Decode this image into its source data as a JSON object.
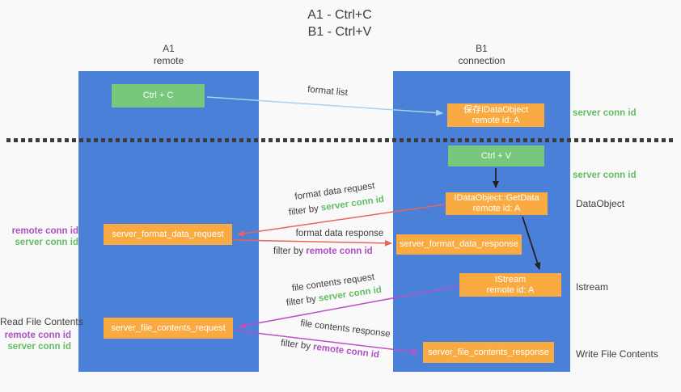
{
  "title": {
    "line1": "A1 - Ctrl+C",
    "line2": "B1 - Ctrl+V"
  },
  "columns": {
    "left": {
      "id": "A1",
      "name": "remote"
    },
    "right": {
      "id": "B1",
      "name": "connection"
    }
  },
  "nodes": {
    "ctrl_c": "Ctrl + C",
    "ctrl_v": "Ctrl + V",
    "save_idataobject": {
      "line1": "保存IDataObject",
      "line2": "remote id: A"
    },
    "getdata": {
      "line1": "IDataObject::GetData",
      "line2": "remote id: A"
    },
    "istream": {
      "line1": "IStream",
      "line2": "remote id: A"
    },
    "format_request": "server_format_data_request",
    "format_response": "server_format_data_response",
    "file_request": "server_file_contents_request",
    "file_response": "server_file_contents_response"
  },
  "arrows": {
    "format_list": {
      "label": "format list"
    },
    "format_data_request": {
      "label": "format data request",
      "filter_prefix": "filter by ",
      "filter_key": "server conn id"
    },
    "format_data_response": {
      "label": "format data response",
      "filter_prefix": "filter by ",
      "filter_key": "remote conn id"
    },
    "file_contents_request": {
      "label": "file contents request",
      "filter_prefix": "filter by ",
      "filter_key": "server conn id"
    },
    "file_contents_response": {
      "label": "file contents response",
      "filter_prefix": "filter by ",
      "filter_key": "remote conn id"
    }
  },
  "annotations": {
    "right": {
      "server_conn_id_top": "server conn id",
      "server_conn_id_mid": "server conn id",
      "dataobject": "DataObject",
      "istream": "Istream",
      "write_file_contents": "Write File Contents"
    },
    "left": {
      "remote_conn_id_top": "remote conn id",
      "server_conn_id_top": "server conn id",
      "read_file_contents": "Read File Contents",
      "remote_conn_id_bottom": "remote conn id",
      "server_conn_id_bottom": "server conn id"
    }
  },
  "colors": {
    "bg": "#f9f9fa",
    "text_dark": "#3d3d3d",
    "column_blue": "#4a80d8",
    "node_green": "#77c77c",
    "node_orange": "#f9ab42",
    "label_green": "#62bd63",
    "label_purple": "#af4fc3",
    "arrow_red": "#e8655b",
    "arrow_magenta": "#bf4fc6",
    "arrow_lightblue": "#a8d2ee",
    "arrow_black": "#222222",
    "divider_dark": "#3b3b3b"
  }
}
